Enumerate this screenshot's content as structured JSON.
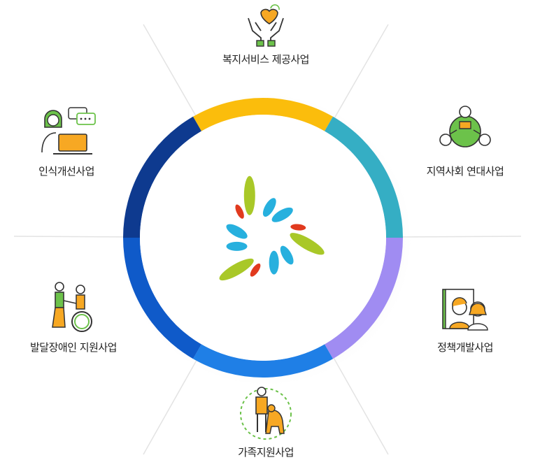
{
  "diagram": {
    "segments": [
      {
        "label": "복지서비스 제공사업",
        "color": "#FBBD0C"
      },
      {
        "label": "지역사회 연대사업",
        "color": "#35AEC4"
      },
      {
        "label": "정책개발사업",
        "color": "#A08CF2"
      },
      {
        "label": "가족지원사업",
        "color": "#1F7FE6"
      },
      {
        "label": "발달장애인 지원사업",
        "color": "#0F5AC9"
      },
      {
        "label": "인식개선사업",
        "color": "#0E3A8F"
      }
    ],
    "logo_colors": {
      "green": "#A9C828",
      "blue": "#27B0DE",
      "red": "#E13A1E"
    },
    "icons": [
      "hands-heart-icon",
      "community-network-icon",
      "policy-book-people-icon",
      "guide-dog-person-icon",
      "wheelchair-assist-icon",
      "laptop-speech-icon"
    ]
  }
}
